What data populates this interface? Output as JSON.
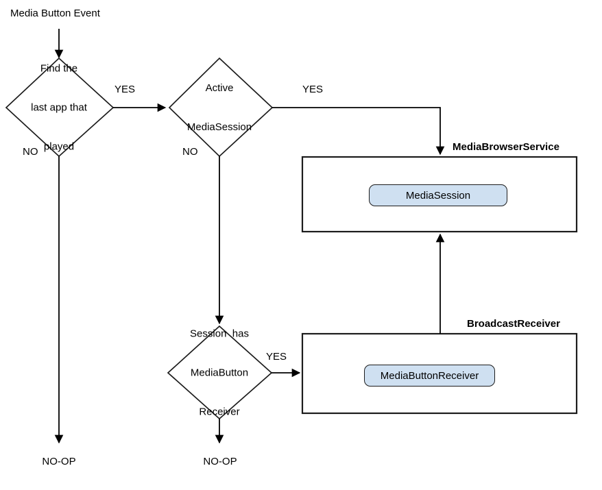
{
  "diagram": {
    "title": "Media Button Event handling flowchart",
    "start_label": "Media Button Event",
    "colors": {
      "stroke": "#1c1c1c",
      "node_fill": "#cfe0f1",
      "background": "#ffffff"
    },
    "decisions": [
      {
        "id": "find-last-app",
        "lines": [
          "Find the",
          "last app that",
          "played"
        ],
        "yes_label": "YES",
        "no_label": "NO"
      },
      {
        "id": "active-mediasession",
        "lines": [
          "Active",
          "MediaSession"
        ],
        "yes_label": "YES",
        "no_label": "NO"
      },
      {
        "id": "session-has-mediabutton-receiver",
        "lines": [
          "Session  has",
          "MediaButton",
          "Receiver"
        ],
        "yes_label": "YES",
        "no_label": ""
      }
    ],
    "containers": [
      {
        "id": "media-browser-service",
        "label": "MediaBrowserService",
        "node": "MediaSession"
      },
      {
        "id": "broadcast-receiver",
        "label": "BroadcastReceiver",
        "node": "MediaButtonReceiver"
      }
    ],
    "terminals": [
      {
        "id": "no-op-left",
        "label": "NO-OP"
      },
      {
        "id": "no-op-middle",
        "label": "NO-OP"
      }
    ]
  }
}
